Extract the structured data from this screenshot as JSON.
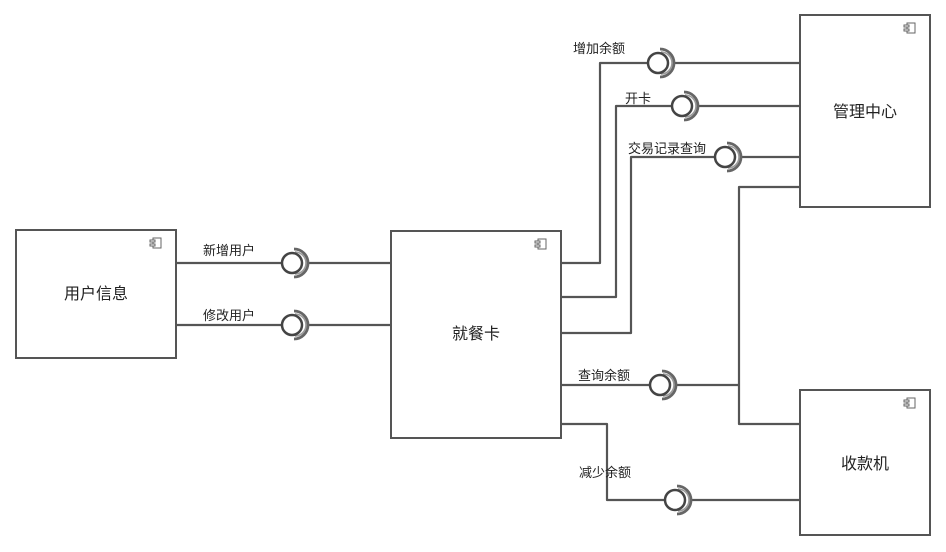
{
  "components": {
    "user_info": "用户信息",
    "meal_card": "就餐卡",
    "management": "管理中心",
    "cashier": "收款机"
  },
  "interfaces": {
    "add_user": "新增用户",
    "modify_user": "修改用户",
    "add_balance": "增加余额",
    "open_card": "开卡",
    "transaction_query": "交易记录查询",
    "query_balance": "查询余额",
    "reduce_balance": "减少余额"
  }
}
